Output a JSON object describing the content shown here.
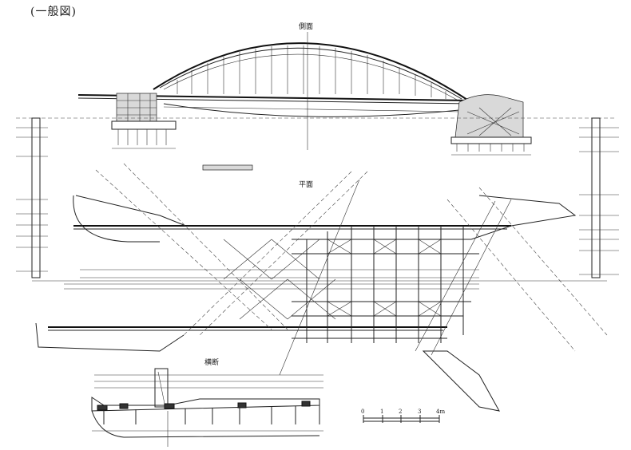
{
  "title": "(一般図)",
  "views": {
    "elevation": "側面",
    "plan": "平面",
    "cross_section": "横断"
  },
  "scale_bar": {
    "ticks": [
      "0",
      "1",
      "2",
      "3",
      "4m"
    ]
  }
}
